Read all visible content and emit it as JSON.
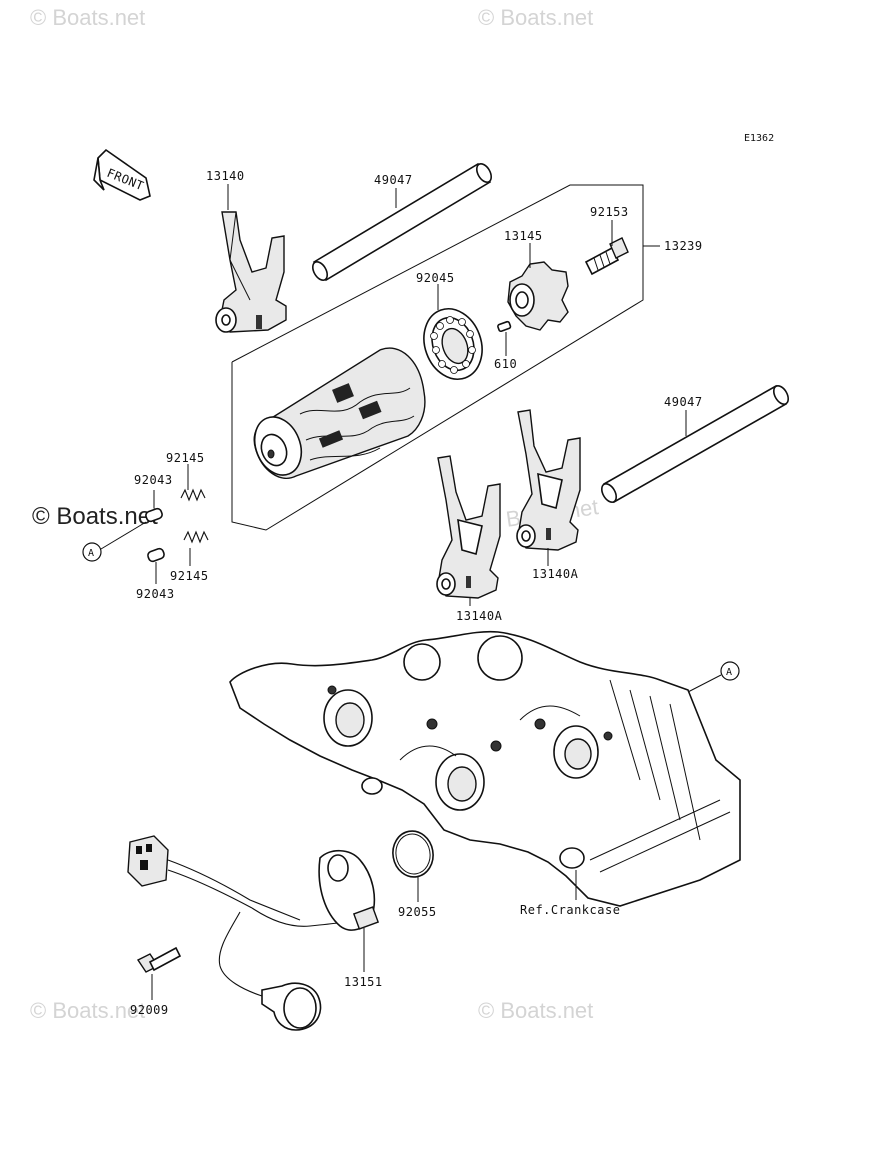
{
  "diagram_code": "E1362",
  "front_label": "FRONT",
  "ref_marker": "A",
  "watermarks": {
    "faint": "© Boats.net",
    "bold": "© Boats.net"
  },
  "parts": {
    "fork_left": "13140",
    "shaft_top": "49047",
    "bolt": "92153",
    "drum_assy": "13239",
    "pin_holder": "13145",
    "bearing": "92045",
    "pin": "610",
    "spring_upper": "92145",
    "pin_upper": "92043",
    "spring_lower": "92145",
    "pin_lower": "92043",
    "shaft_right": "49047",
    "fork_center": "13140A",
    "fork_right": "13140A",
    "o_ring": "92055",
    "crankcase_ref": "Ref.Crankcase",
    "sensor": "13151",
    "sensor_bolt": "92009"
  }
}
